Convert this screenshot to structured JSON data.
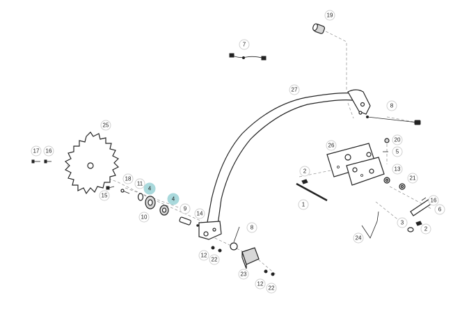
{
  "callouts": {
    "c19": "19",
    "c7": "7",
    "c27": "27",
    "c8a": "8",
    "c25": "25",
    "c17": "17",
    "c16a": "16",
    "c18": "18",
    "c11": "11",
    "c4a": "4",
    "c4b": "4",
    "c15": "15",
    "c10": "10",
    "c9": "9",
    "c14": "14",
    "c8b": "8",
    "c12a": "12",
    "c22a": "22",
    "c23": "23",
    "c12b": "12",
    "c22b": "22",
    "c26": "26",
    "c20": "20",
    "c5": "5",
    "c2a": "2",
    "c13": "13",
    "c21": "21",
    "c1": "1",
    "c16b": "16",
    "c6": "6",
    "c3": "3",
    "c2b": "2",
    "c24": "24"
  },
  "colors": {
    "highlight": "#a9d9dc",
    "line": "#222222",
    "leader": "#9a9a9a"
  }
}
